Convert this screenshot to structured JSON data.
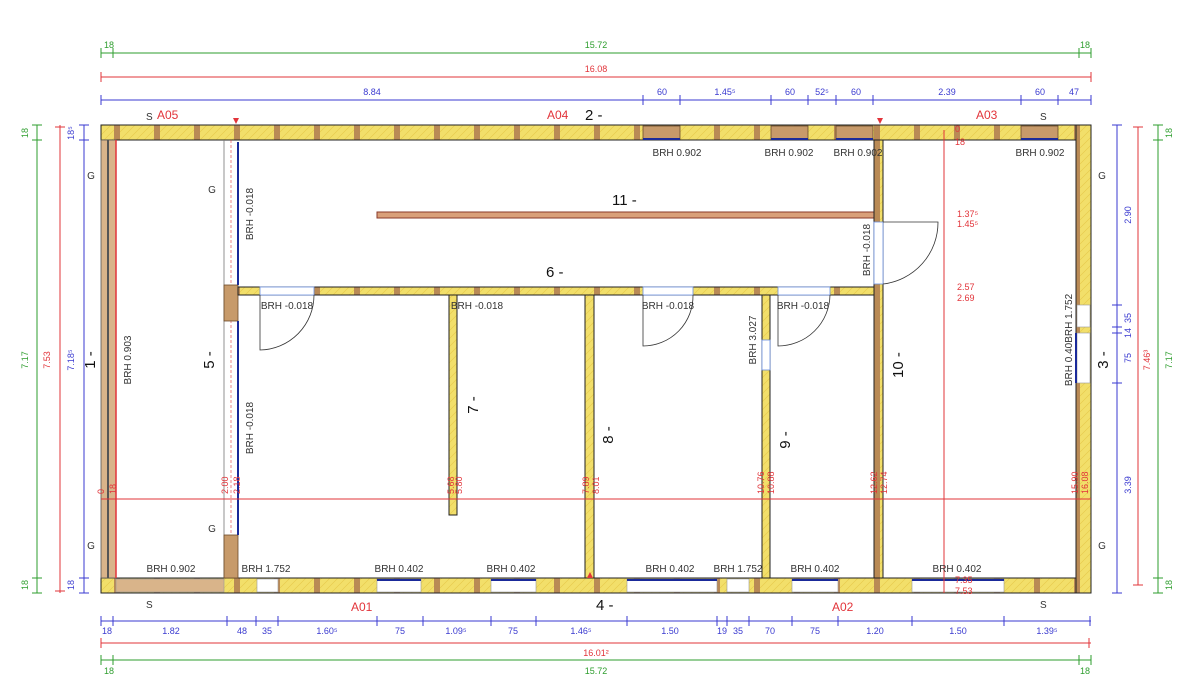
{
  "colors": {
    "dim_green": "#2e9e2e",
    "dim_red": "#e2343a",
    "dim_blue": "#3a3ad0",
    "insulation": "#f2df6a",
    "timber": "#c79a6a"
  },
  "top_dims": {
    "green": [
      "18",
      "15.72",
      "18"
    ],
    "red": [
      "16.08"
    ],
    "blue": [
      "8.84",
      "60",
      "1.45⁵",
      "60",
      "52⁵",
      "60",
      "2.39",
      "60",
      "47"
    ]
  },
  "bottom_dims": {
    "blue": [
      "18",
      "1.82",
      "48",
      "35",
      "1.60⁵",
      "75",
      "1.09⁵",
      "75",
      "1.46⁵",
      "1.50",
      "19",
      "35",
      "70",
      "75",
      "1.20",
      "1.50",
      "1.39⁵"
    ],
    "red": [
      "16.01²"
    ],
    "green": [
      "18",
      "15.72",
      "18"
    ]
  },
  "left_dims": {
    "green": [
      "18",
      "7.17",
      "18"
    ],
    "red": [
      "7.53"
    ],
    "blue": [
      "18⁵",
      "7.18⁵",
      "18"
    ]
  },
  "right_dims": {
    "blue": [
      "2.90",
      "35",
      "14",
      "75",
      "3.39"
    ],
    "red": [
      "7.46³"
    ],
    "green": [
      "18",
      "7.17",
      "18"
    ]
  },
  "axis_labels": {
    "top": [
      "S",
      "A05",
      "A04",
      "A03",
      "S"
    ],
    "bottom": [
      "S",
      "A01",
      "A02",
      "S"
    ]
  },
  "walls": [
    "1 -",
    "2 -",
    "3 -",
    "4 -",
    "5 -",
    "6 -",
    "7 -",
    "8 -",
    "9 -",
    "10 -",
    "11 -"
  ],
  "side_marks": [
    "G",
    "G",
    "G",
    "G",
    "G",
    "G"
  ],
  "brh_top": [
    "BRH 0.902",
    "BRH 0.902",
    "BRH 0.902",
    "BRH 0.902"
  ],
  "brh_bottom": [
    "BRH 0.902",
    "BRH 1.752",
    "BRH 0.402",
    "BRH 0.402",
    "BRH 0.402",
    "BRH 1.752",
    "BRH 0.402",
    "BRH 0.402"
  ],
  "brh_interior": [
    "BRH -0.018",
    "BRH -0.018",
    "BRH -0.018",
    "BRH -0.018",
    "BRH -0.018",
    "BRH -0.018",
    "BRH -0.018",
    "BRH 3.027",
    "BRH 0.903",
    "BRH 0.40BRH 1.752"
  ],
  "red_marks": {
    "wall10": [
      "1.37⁵",
      "1.45⁵",
      "2.57",
      "2.69"
    ],
    "top_corner": [
      "0",
      "18"
    ],
    "bottom_corner": [
      "7.35",
      "7.53"
    ],
    "section": [
      "0",
      "18",
      "2.00",
      "2.18",
      "5.68",
      "5.80",
      "7.89",
      "8.01",
      "10.76",
      "10.88",
      "12.62",
      "12.74",
      "15.90",
      "16.08"
    ]
  }
}
